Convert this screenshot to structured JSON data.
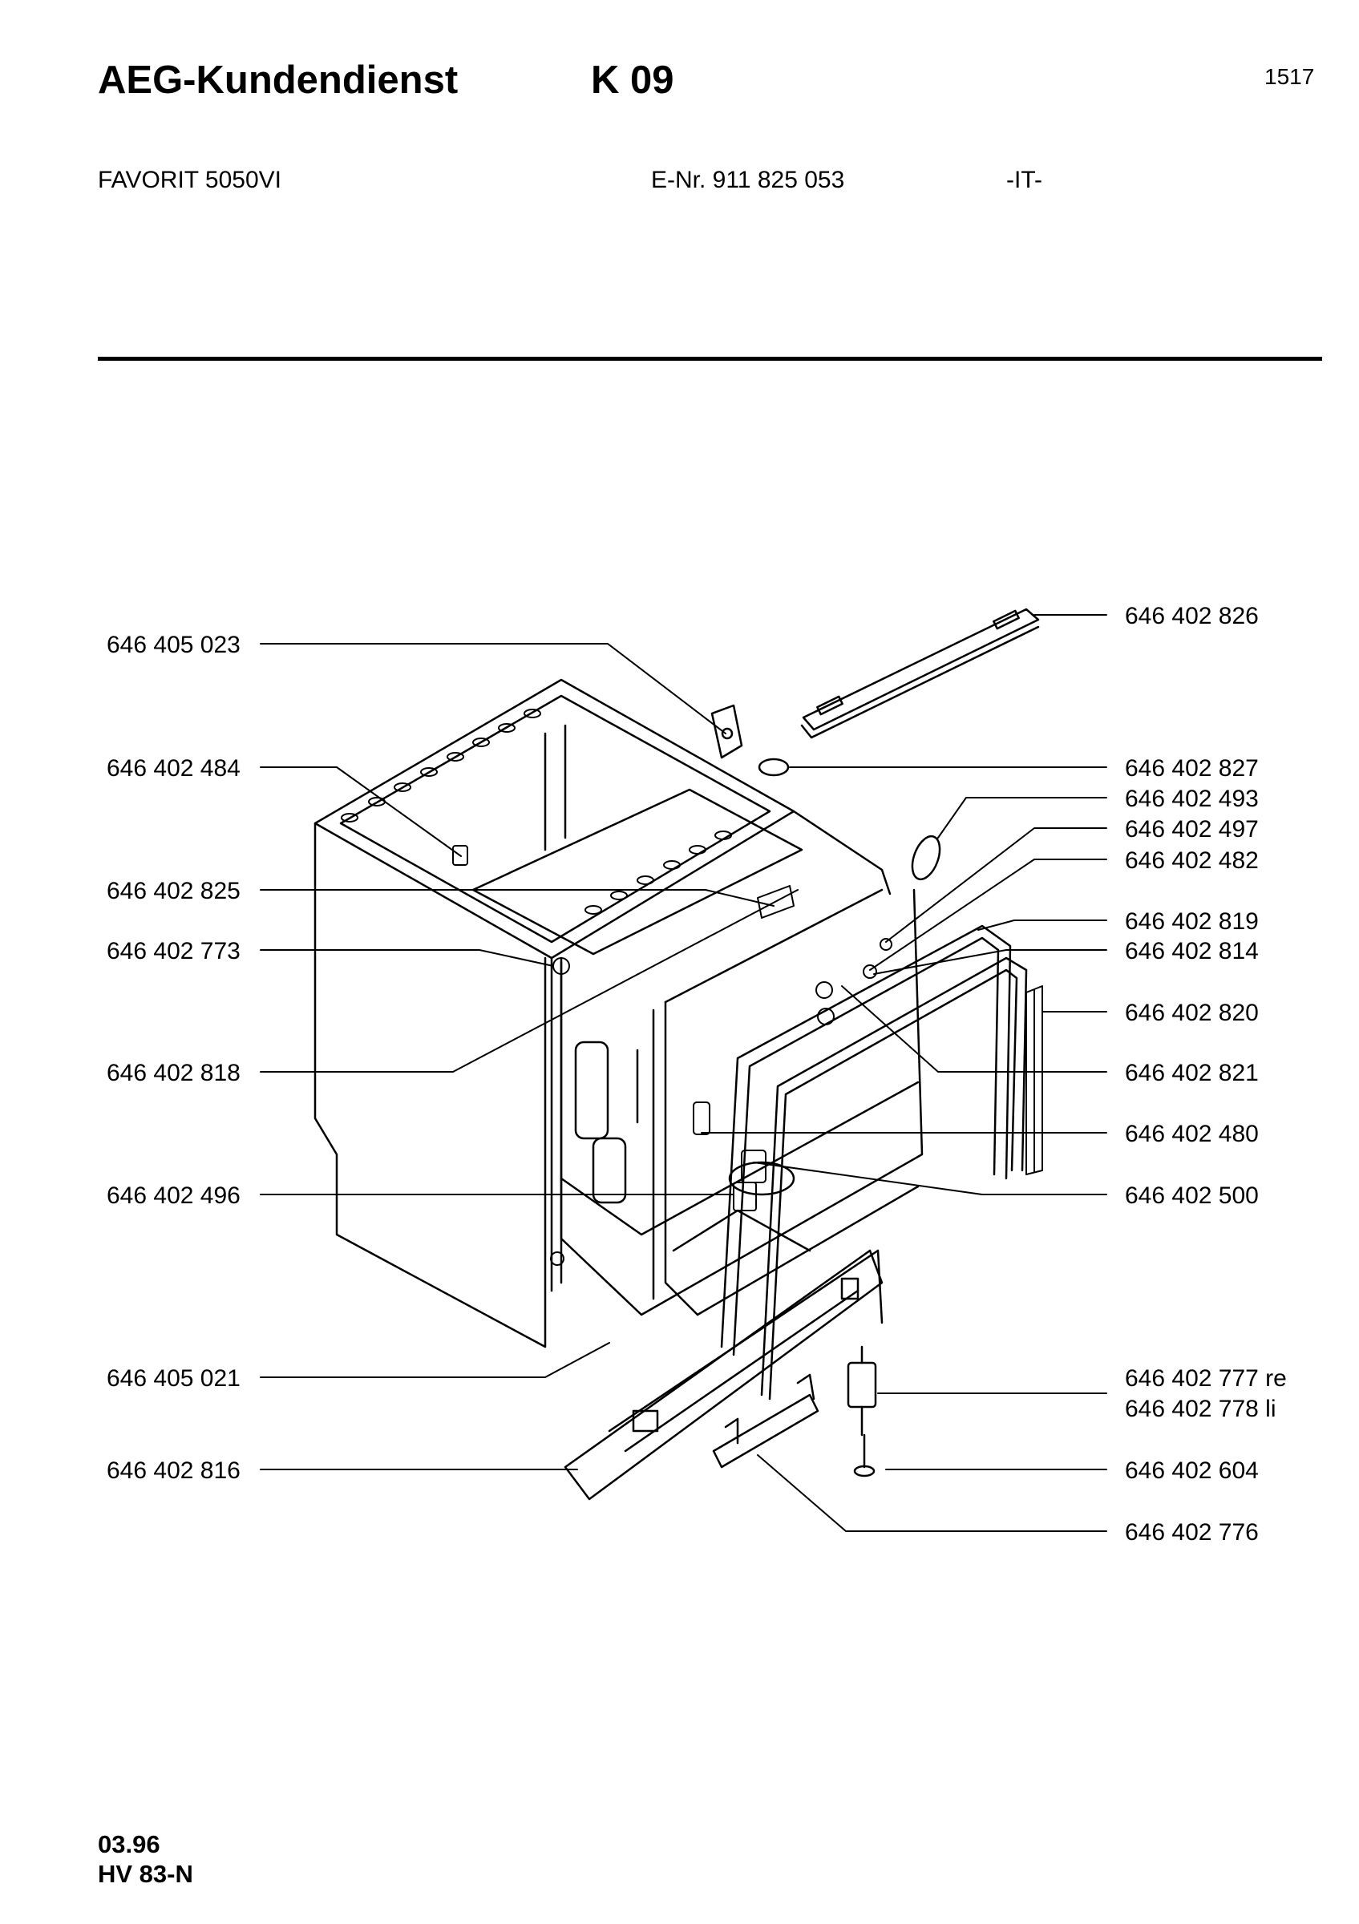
{
  "header": {
    "brand": "AEG-Kundendienst",
    "code": "K 09",
    "page_number": "1517"
  },
  "subheader": {
    "model": "FAVORIT 5050VI",
    "enr": "E-Nr. 911 825 053",
    "region": "-IT-"
  },
  "parts": {
    "left": [
      "646 405 023",
      "646 402 484",
      "646 402 825",
      "646 402 773",
      "646 402 818",
      "646 402 496",
      "646 405 021",
      "646 402 816"
    ],
    "right": [
      "646 402 826",
      "646 402 827",
      "646 402 493",
      "646 402 497",
      "646 402 482",
      "646 402 819",
      "646 402 814",
      "646 402 820",
      "646 402 821",
      "646 402 480",
      "646 402 500",
      "646 402 777 re",
      "646 402 778 li",
      "646 402 604",
      "646 402 776"
    ]
  },
  "footer": {
    "date": "03.96",
    "code": "HV 83-N"
  }
}
